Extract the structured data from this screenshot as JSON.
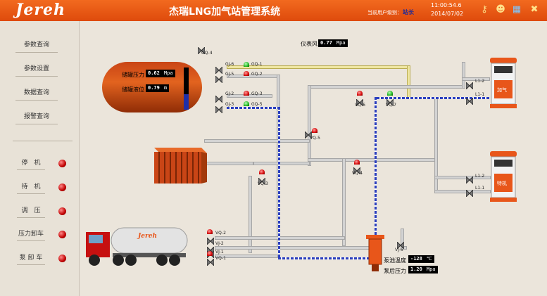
{
  "header": {
    "logo": "Jereh",
    "title": "杰瑞LNG加气站管理系统",
    "user_label": "当前用户级别：",
    "user_value": "站长",
    "time": "11:00:54.6",
    "date": "2014/07/02",
    "icons": [
      "key-icon",
      "user-icon",
      "tiles-icon",
      "exit-icon"
    ]
  },
  "sidebar": {
    "nav": [
      "参数查询",
      "参数设置",
      "数据查询",
      "报警查询"
    ],
    "controls": [
      "停　机",
      "待　机",
      "调　压",
      "压力卸车",
      "泵 卸 车"
    ]
  },
  "tank": {
    "pressure_label": "储罐压力",
    "pressure_value": "0.62",
    "pressure_unit": "Mpa",
    "level_label": "储罐液位",
    "level_value": "0.79",
    "level_unit": "m"
  },
  "instrument_air": {
    "label": "仪表风",
    "value": "0.77",
    "unit": "Mpa"
  },
  "pump": {
    "temp_label": "泵池温度",
    "temp_value": "-128",
    "temp_unit": "℃",
    "pressure_label": "泵后压力",
    "pressure_value": "1.20",
    "pressure_unit": "Mpa"
  },
  "truck_logo": "Jereh",
  "dispenser1_label": "加气",
  "dispenser2_label": "特机",
  "valves": {
    "gq4": "GQ-4",
    "gj6": "GJ-6",
    "gq1": "GQ-1",
    "gj5": "GJ-5",
    "gq2": "GQ-2",
    "gj2": "GJ-2",
    "gq3": "GQ-3",
    "gj3": "GJ-3",
    "gq5": "GQ-5",
    "vq6": "VQ-6",
    "vq7": "VQ-7",
    "vq5": "VQ-5",
    "vq4": "VQ-4",
    "vq3": "VQ-3",
    "vq2": "VQ-2",
    "vj2": "VJ-2",
    "vj1": "VJ-1",
    "vq1": "VQ-1",
    "vj6": "VJ-6",
    "l12a": "L1-2",
    "l11a": "L1-1",
    "l12b": "L1-2",
    "l11b": "L1-1"
  },
  "colors": {
    "header": "#e8561a",
    "alarm": "#d00000",
    "ok": "#18b018",
    "pipe_lng": "#2b3fbf"
  }
}
